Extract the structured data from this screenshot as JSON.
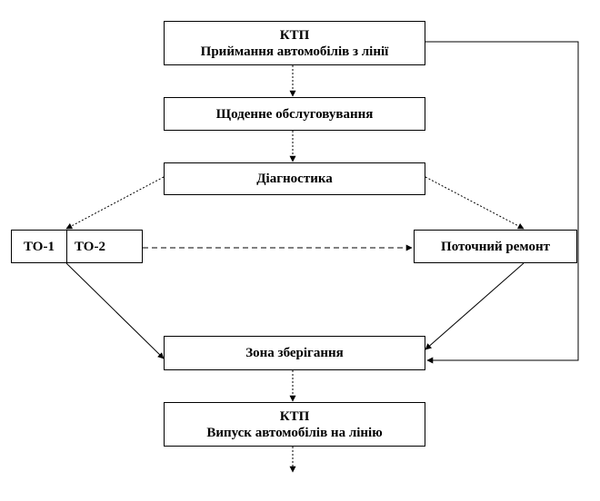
{
  "diagram": {
    "ktp_top": {
      "title": "КТП",
      "subtitle": "Приймання  автомобілів з лінії"
    },
    "daily_service": "Щоденне обслуговування",
    "diagnostics": "Діагностика",
    "maintenance": {
      "to1": "ТО-1",
      "to2": "ТО-2"
    },
    "current_repair": "Поточний  ремонт",
    "storage_zone": "Зона зберігання",
    "ktp_bottom": {
      "title": "КТП",
      "subtitle": "Випуск автомобілів на лінію"
    }
  }
}
